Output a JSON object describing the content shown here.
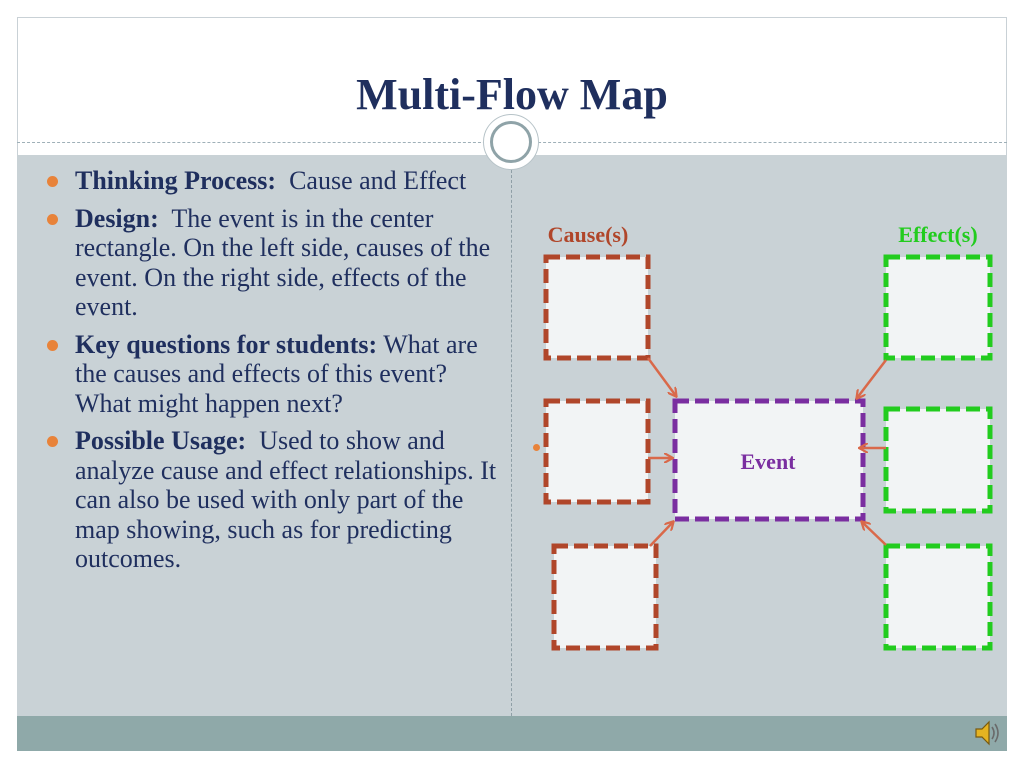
{
  "slide": {
    "title": "Multi-Flow Map"
  },
  "bullets": [
    {
      "term": "Thinking Process:",
      "text": "Cause and Effect"
    },
    {
      "term": "Design:",
      "text": "The event is in the center rectangle.  On the left side, causes of the event.  On the right side, effects of the event."
    },
    {
      "term": "Key questions for students:",
      "text": "What are the causes and effects of this event?  What might happen next?"
    },
    {
      "term": "Possible Usage:",
      "text": "Used to show and analyze cause and effect relationships.  It can also be used with only part of the map showing, such as for predicting outcomes."
    }
  ],
  "diagram": {
    "causes_label": "Cause(s)",
    "effects_label": "Effect(s)",
    "event_label": "Event"
  },
  "colors": {
    "title": "#1f2f5e",
    "cause": "#b0462a",
    "effect": "#22cc1e",
    "event": "#7a2ea0",
    "arrow": "#d9694a",
    "bullet": "#e8833a",
    "content_background": "#c9d2d6",
    "footer_background": "#8fa9a9"
  },
  "icons": {
    "speaker": "speaker-icon"
  }
}
